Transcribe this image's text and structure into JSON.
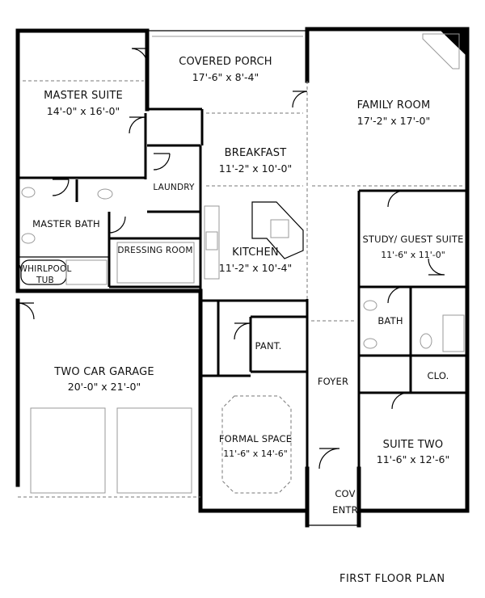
{
  "rooms": {
    "covered_porch": {
      "name": "COVERED PORCH",
      "dims": "17'-6\" x 8'-4\""
    },
    "family_room": {
      "name": "FAMILY ROOM",
      "dims": "17'-2\" x 17'-0\""
    },
    "master_suite": {
      "name": "MASTER SUITE",
      "dims": "14'-0\" x 16'-0\""
    },
    "breakfast": {
      "name": "BREAKFAST",
      "dims": "11'-2\" x 10'-0\""
    },
    "laundry": {
      "name": "LAUNDRY"
    },
    "master_bath": {
      "name": "MASTER BATH"
    },
    "dressing_room": {
      "name": "DRESSING ROOM"
    },
    "whirlpool_tub": {
      "line1": "WHIRLPOOL",
      "line2": "TUB"
    },
    "kitchen": {
      "name": "KITCHEN",
      "dims": "11'-2\" x 10'-4\""
    },
    "study_guest_suite": {
      "name": "STUDY/ GUEST SUITE",
      "dims": "11'-6\" x 11'-0\""
    },
    "bath": {
      "name": "BATH"
    },
    "pantry": {
      "name": "PANT."
    },
    "closet": {
      "name": "CLO."
    },
    "two_car_garage": {
      "name": "TWO CAR GARAGE",
      "dims": "20'-0\" x 21'-0\""
    },
    "foyer": {
      "name": "FOYER"
    },
    "formal_space": {
      "name": "FORMAL SPACE",
      "dims": "11'-6\" x 14'-6\""
    },
    "suite_two": {
      "name": "SUITE TWO",
      "dims": "11'-6\" x 12'-6\""
    },
    "covered_entry": {
      "line1": "COV",
      "line2": "ENTR"
    }
  },
  "plan_title": "FIRST FLOOR PLAN",
  "colors": {
    "ink": "#000000",
    "paper": "#ffffff",
    "dashed": "#777777"
  }
}
